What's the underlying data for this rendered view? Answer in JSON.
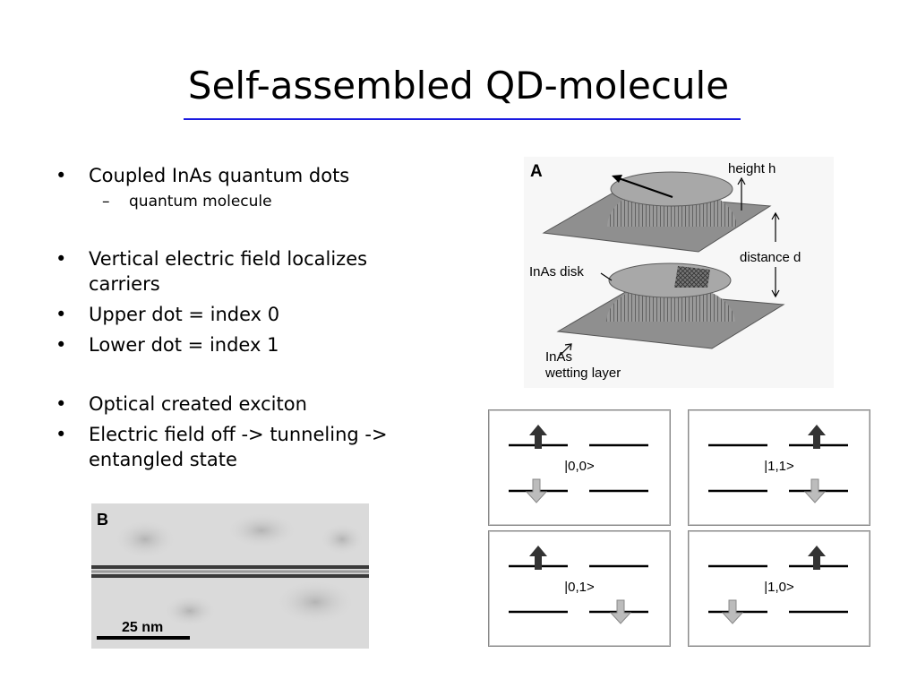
{
  "slide": {
    "title": "Self-assembled QD-molecule",
    "bullets": [
      {
        "text": "Coupled InAs quantum dots",
        "sub": "quantum molecule"
      },
      {
        "text": "Vertical electric field localizes carriers"
      },
      {
        "text": "Upper dot = index 0"
      },
      {
        "text": "Lower dot = index 1"
      },
      {
        "text": "Optical created exciton"
      },
      {
        "text": "Electric field off -> tunneling -> entangled state"
      }
    ],
    "bullet_glyph": "•",
    "sub_glyph": "–"
  },
  "figA": {
    "panel_letter": "A",
    "height_label": "height h",
    "distance_label": "distance d",
    "disk_label": "InAs disk",
    "wetting_label_line1": "InAs",
    "wetting_label_line2": "wetting layer"
  },
  "figB": {
    "panel_letter": "B",
    "scale_label": "25 nm"
  },
  "states": [
    {
      "label": "|0,0>"
    },
    {
      "label": "|1,1>"
    },
    {
      "label": "|0,1>"
    },
    {
      "label": "|1,0>"
    }
  ],
  "colors": {
    "rule": "#1a1ae0",
    "up_arrow": "#333333",
    "down_arrow": "#bcbcbc"
  }
}
